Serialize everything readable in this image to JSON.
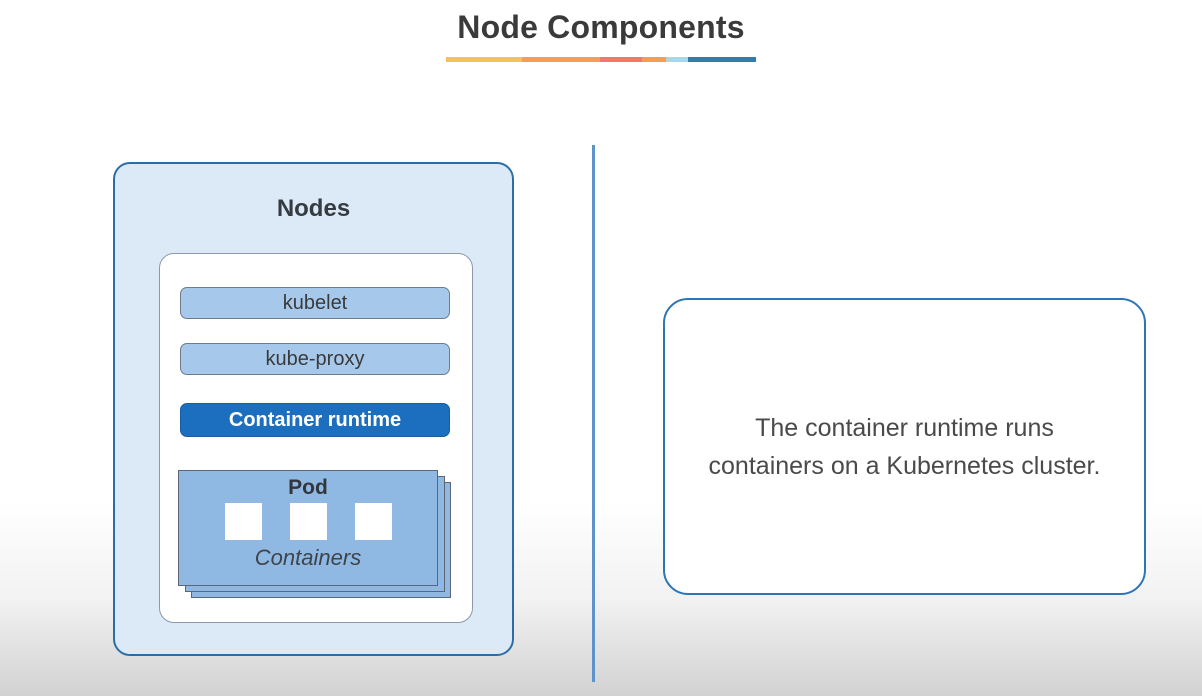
{
  "header": {
    "title": "Node Components",
    "title_color": "#3A3A3A",
    "underline_segments": [
      {
        "color": "#F8C05C",
        "width": 76
      },
      {
        "color": "#F79C53",
        "width": 78
      },
      {
        "color": "#F3786B",
        "width": 42
      },
      {
        "color": "#F79C53",
        "width": 24
      },
      {
        "color": "#A6D8EA",
        "width": 22
      },
      {
        "color": "#2E7FB0",
        "width": 68
      }
    ]
  },
  "nodes_panel": {
    "label": "Nodes",
    "fill_color": "#DCE9F6",
    "border_color": "#2D6DA5",
    "components": [
      {
        "label": "kubelet",
        "style": "light",
        "fill_color": "#A6C9EB"
      },
      {
        "label": "kube-proxy",
        "style": "light",
        "fill_color": "#A6C9EB"
      },
      {
        "label": "Container runtime",
        "style": "dark",
        "fill_color": "#1C6FBF"
      }
    ],
    "pod": {
      "label": "Pod",
      "sublabel": "Containers",
      "container_count": 3,
      "fill_color": "#8FB9E2",
      "stacked_layers": 3
    }
  },
  "divider": {
    "color": "#5C94C9"
  },
  "description_panel": {
    "border_color": "#2E75B6",
    "lines": [
      "The container runtime runs",
      "containers on a Kubernetes cluster."
    ]
  }
}
